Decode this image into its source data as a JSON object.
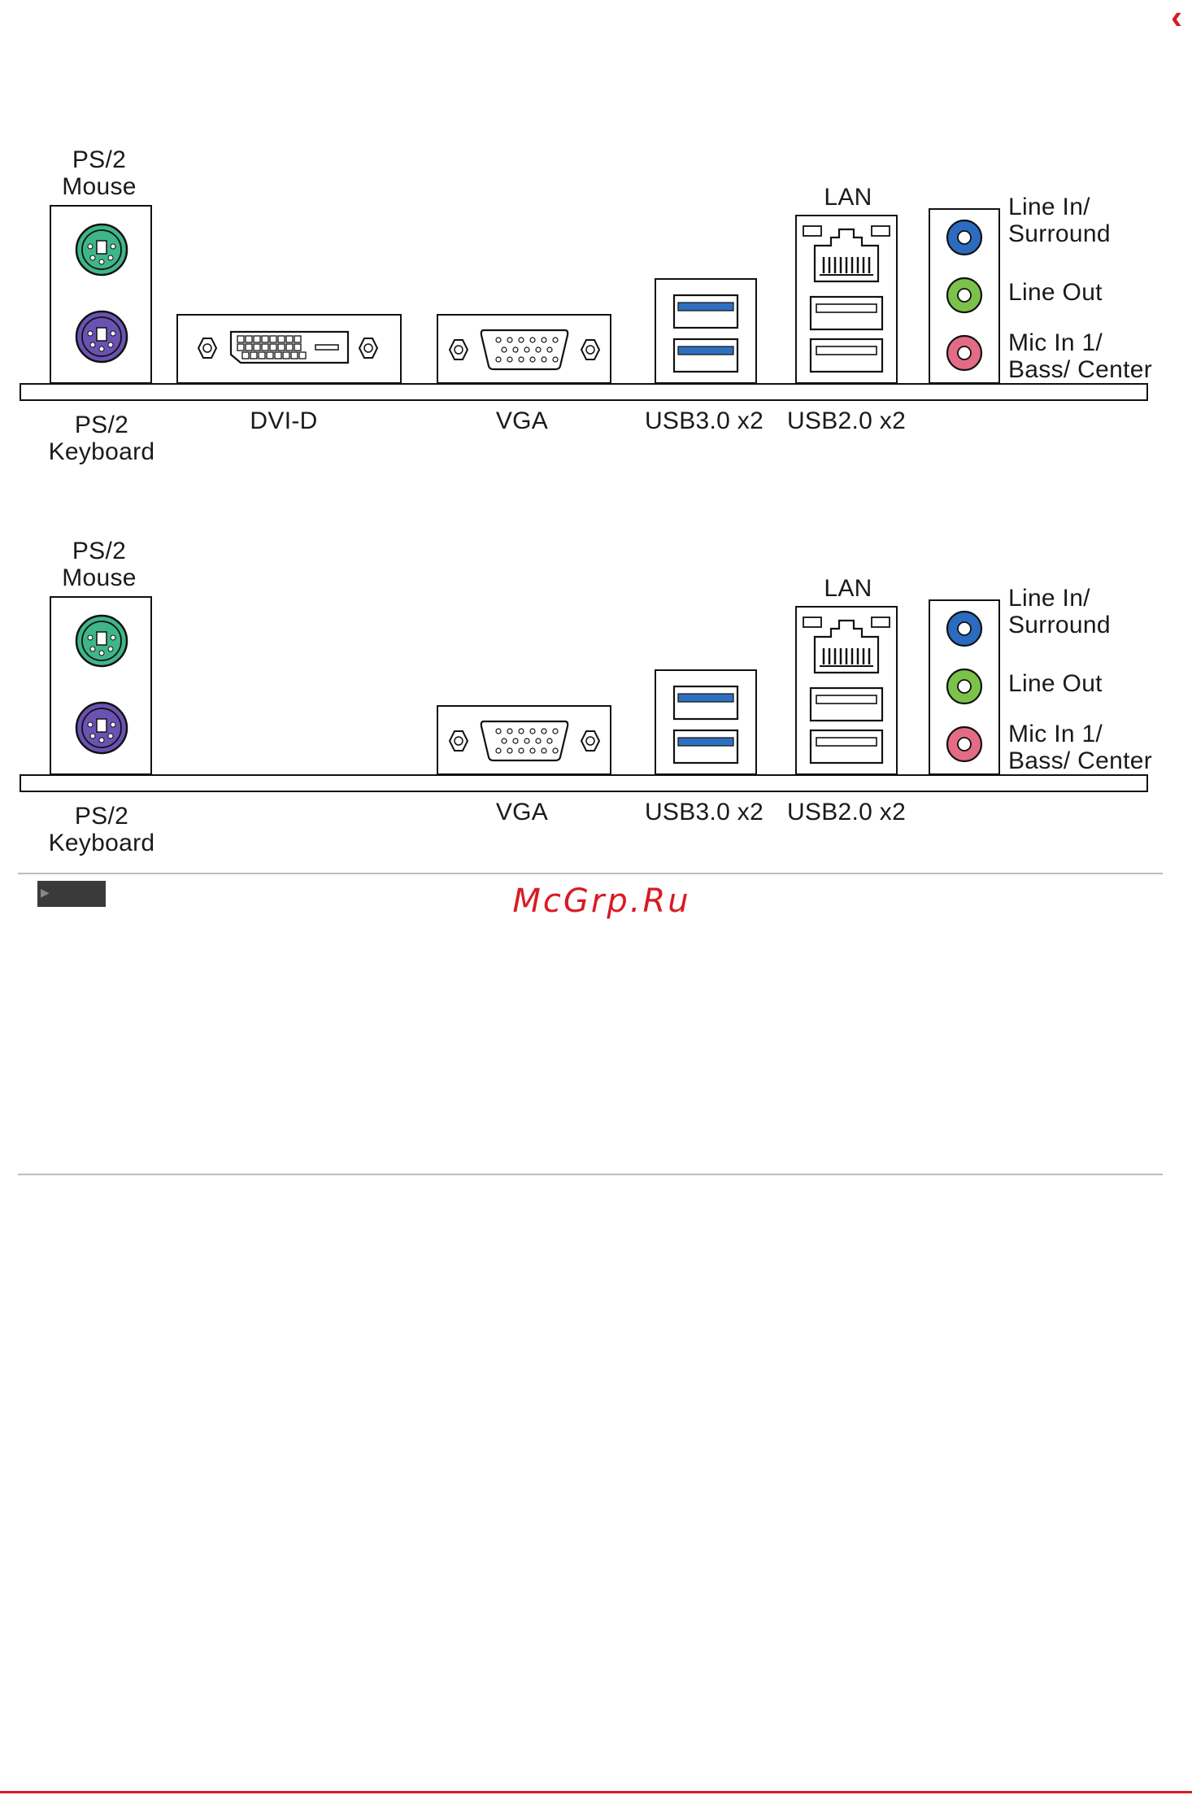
{
  "panels": [
    {
      "ps2_mouse": "PS/2\nMouse",
      "ps2_keyboard": "PS/2\nKeyboard",
      "dvi": "DVI-D",
      "vga": "VGA",
      "usb3": "USB3.0 x2",
      "usb2": "USB2.0 x2",
      "lan": "LAN",
      "line_in": "Line In/\nSurround",
      "line_out": "Line Out",
      "mic_in": "Mic In 1/\nBass/ Center"
    },
    {
      "ps2_mouse": "PS/2\nMouse",
      "ps2_keyboard": "PS/2\nKeyboard",
      "vga": "VGA",
      "usb3": "USB3.0 x2",
      "usb2": "USB2.0 x2",
      "lan": "LAN",
      "line_in": "Line In/\nSurround",
      "line_out": "Line Out",
      "mic_in": "Mic In 1/\nBass/ Center"
    }
  ],
  "watermark": "McGrp.Ru",
  "colors": {
    "ps2_mouse": "#3fb58a",
    "ps2_keyboard": "#6a52b3",
    "usb3": "#2f6fbf",
    "jack_blue": "#2b6cc0",
    "jack_green": "#7bc24a",
    "jack_pink": "#e46b86",
    "accent": "#d81b24"
  },
  "icons": {
    "corner": "chevron-left-icon",
    "tag": "play-icon"
  }
}
